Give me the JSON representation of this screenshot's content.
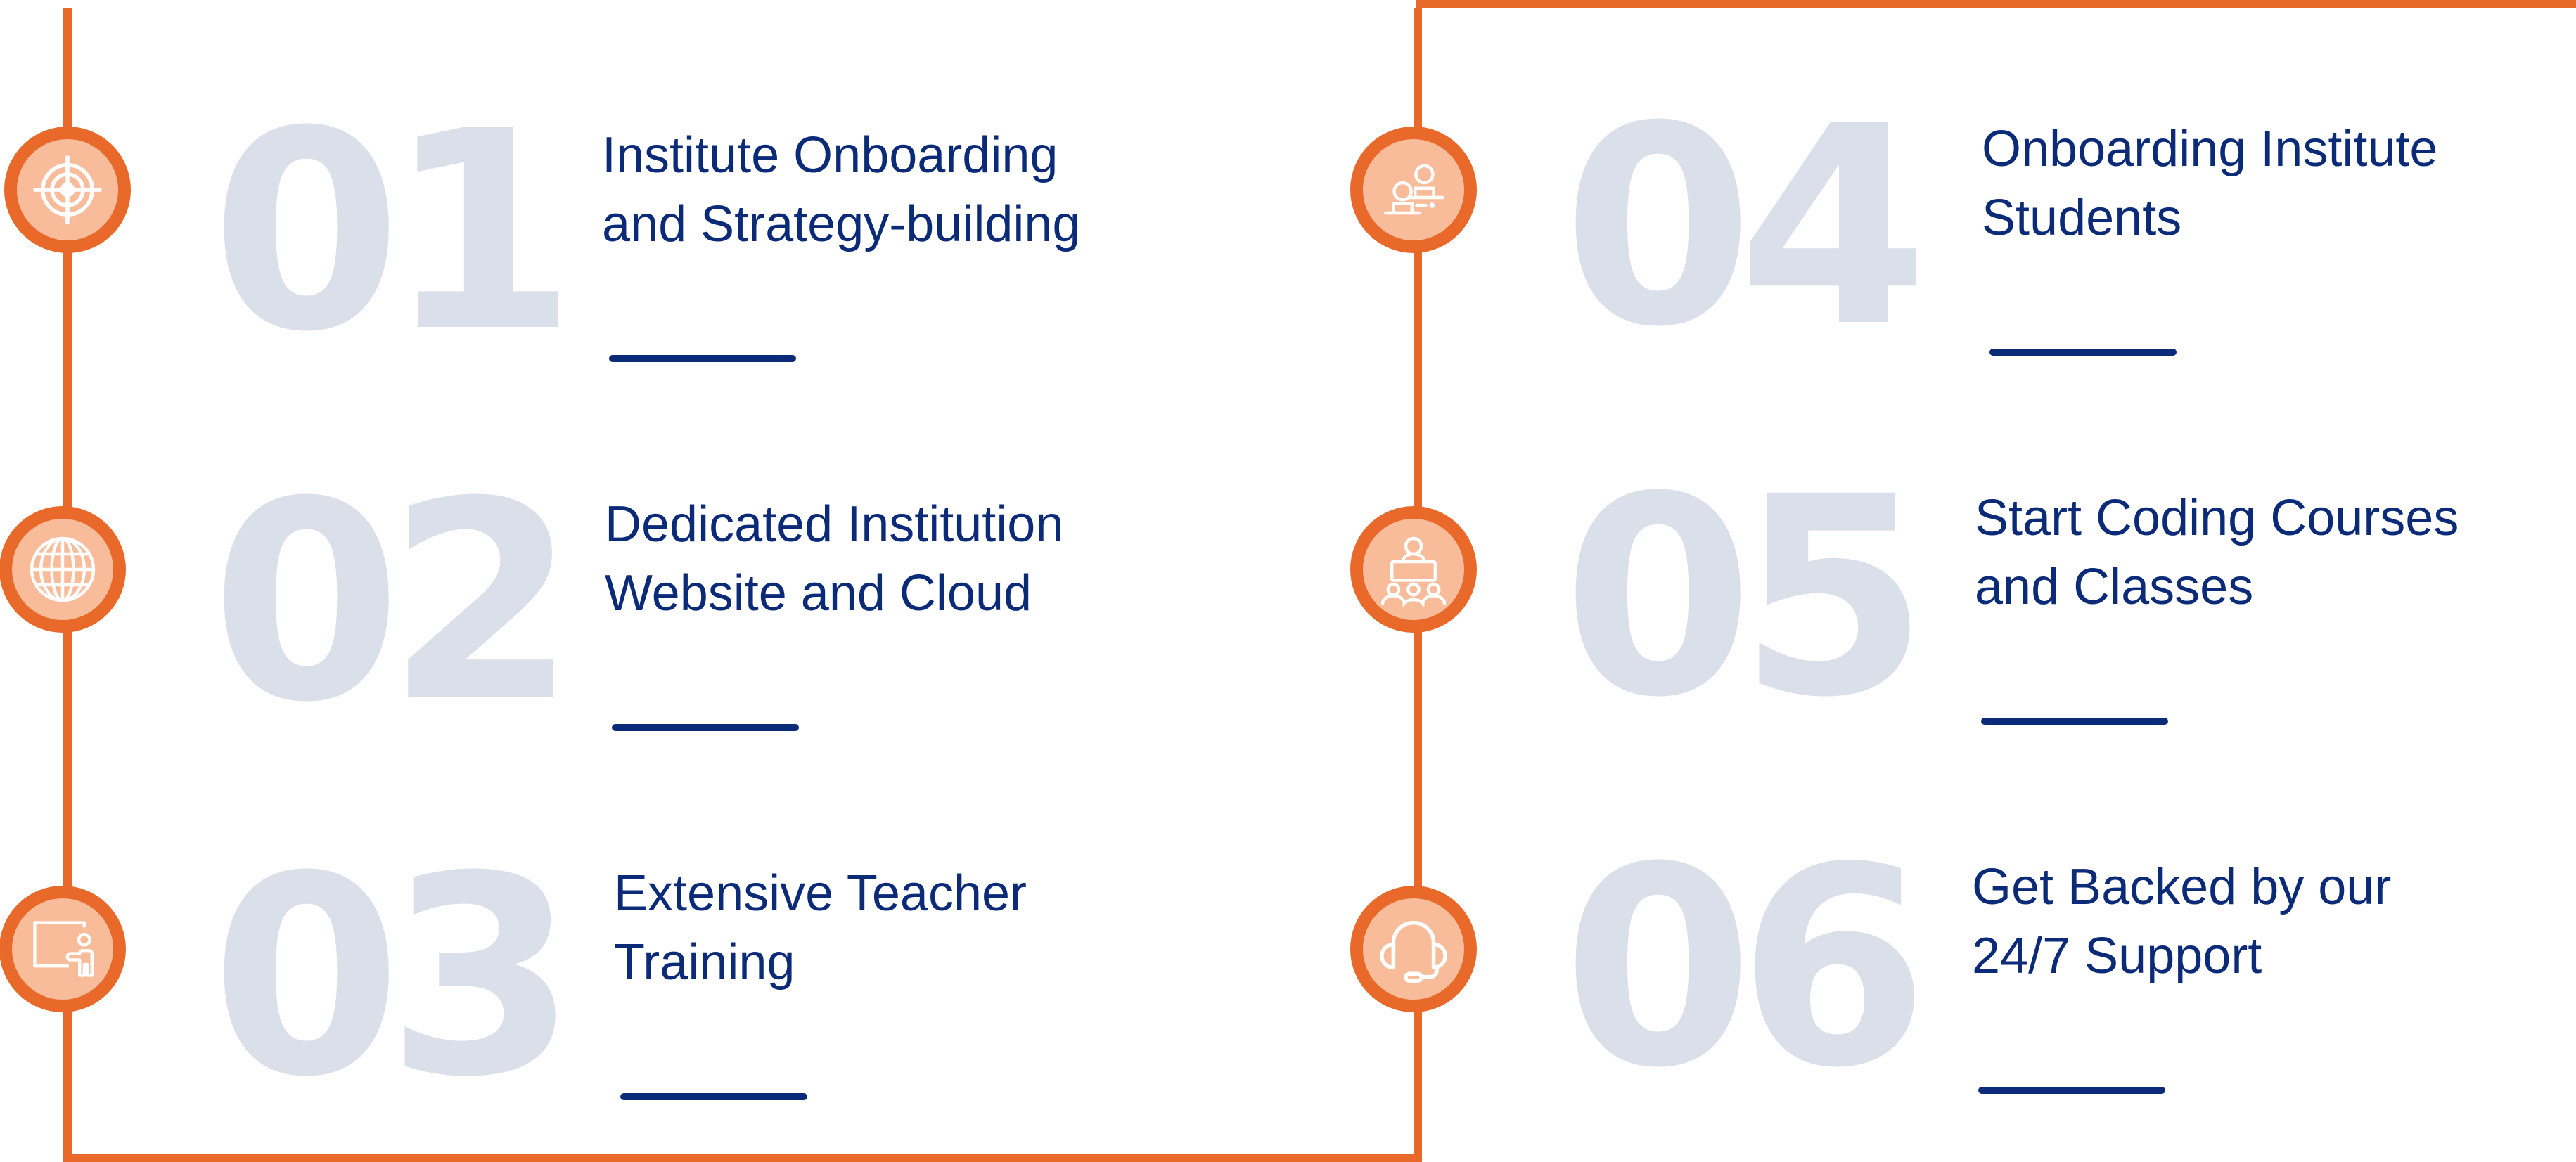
{
  "colors": {
    "accent": "#E8692A",
    "circle_fill": "#F9BC9A",
    "number": "#DADFEA",
    "title": "#0B2A78",
    "underline": "#0B2A78"
  },
  "steps": [
    {
      "number": "01",
      "title_line1": "Institute Onboarding",
      "title_line2": "and Strategy-building",
      "icon": "target-icon"
    },
    {
      "number": "02",
      "title_line1": "Dedicated Institution",
      "title_line2": "Website and Cloud",
      "icon": "globe-icon"
    },
    {
      "number": "03",
      "title_line1": "Extensive Teacher",
      "title_line2": "Training",
      "icon": "teacher-board-icon"
    },
    {
      "number": "04",
      "title_line1": "Onboarding Institute",
      "title_line2": "Students",
      "icon": "students-icon"
    },
    {
      "number": "05",
      "title_line1": "Start Coding Courses",
      "title_line2": "and Classes",
      "icon": "classroom-icon"
    },
    {
      "number": "06",
      "title_line1": "Get Backed by our",
      "title_line2": "24/7 Support",
      "icon": "headset-icon"
    }
  ]
}
